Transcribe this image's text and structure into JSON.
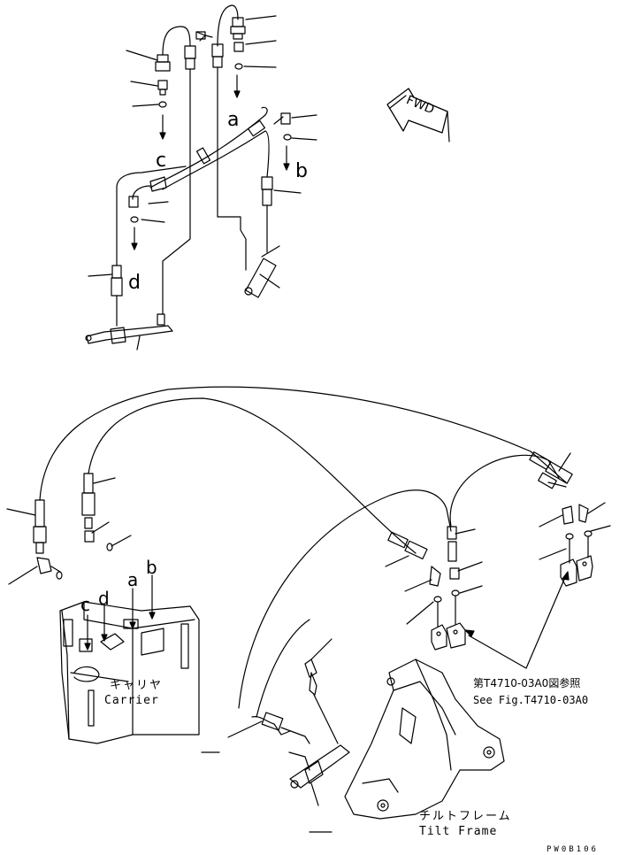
{
  "letters": {
    "a": "a",
    "b": "b",
    "c": "c",
    "d": "d"
  },
  "fwd": "FWD",
  "carrier": {
    "jp": "キャリヤ",
    "en": "Carrier"
  },
  "tilt_frame": {
    "jp": "チルトフレーム",
    "en": "Tilt Frame"
  },
  "reference": {
    "jp": "第T4710-03A0図参照",
    "en": "See Fig.T4710-03A0"
  },
  "drawing_code": "PW0B106"
}
